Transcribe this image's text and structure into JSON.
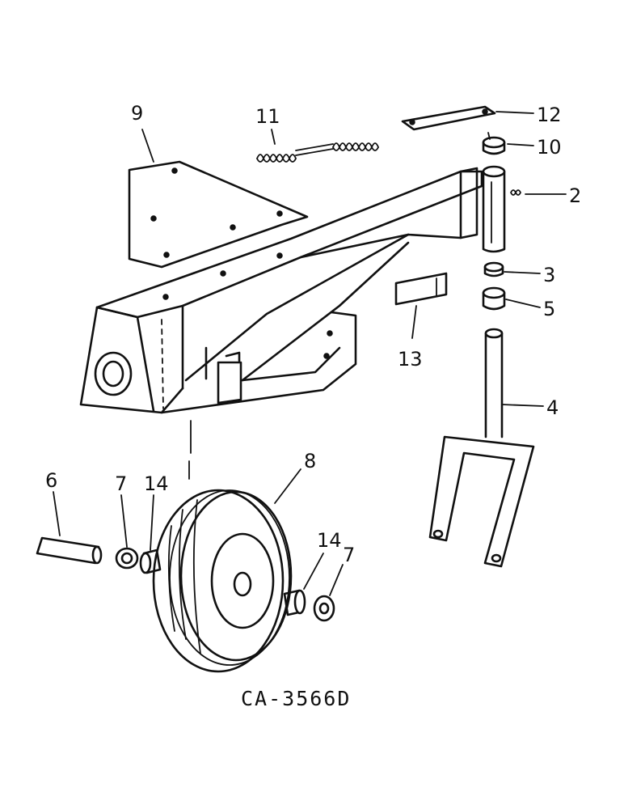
{
  "diagram": {
    "caption": "CA-3566D",
    "callouts": [
      {
        "id": "c9",
        "text": "9"
      },
      {
        "id": "c11",
        "text": "11"
      },
      {
        "id": "c12",
        "text": "12"
      },
      {
        "id": "c10",
        "text": "10"
      },
      {
        "id": "c2",
        "text": "2"
      },
      {
        "id": "c3",
        "text": "3"
      },
      {
        "id": "c5",
        "text": "5"
      },
      {
        "id": "c13",
        "text": "13"
      },
      {
        "id": "c4",
        "text": "4"
      },
      {
        "id": "c8",
        "text": "8"
      },
      {
        "id": "c6",
        "text": "6"
      },
      {
        "id": "c7a",
        "text": "7"
      },
      {
        "id": "c14a",
        "text": "14"
      },
      {
        "id": "c14b",
        "text": "14"
      },
      {
        "id": "c7b",
        "text": "7"
      }
    ]
  }
}
